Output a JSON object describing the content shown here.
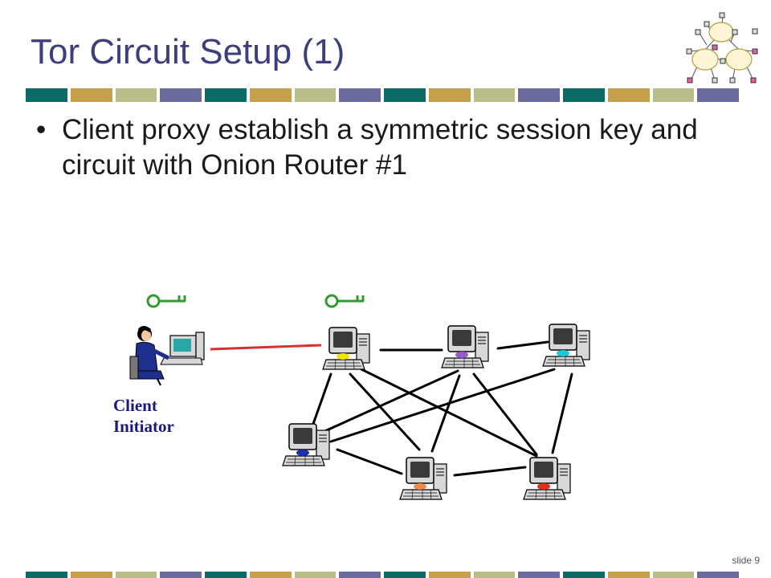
{
  "slide": {
    "title": "Tor Circuit Setup (1)",
    "bullet_marker": "•",
    "bullet": "Client proxy establish a symmetric session key and circuit with Onion Router #1",
    "slide_number": "slide 9"
  },
  "diagram": {
    "client_label_line1": "Client",
    "client_label_line2": "Initiator",
    "icons": [
      "key-icon",
      "key-icon",
      "woman-at-computer-icon",
      "computer-icon",
      "network-cloud-icon"
    ],
    "colors": {
      "title": "#3d3f7d",
      "client_link": "#d93030",
      "links": "#000000",
      "label": "#1a1a7a"
    }
  },
  "stripe_colors": [
    "#0b6b65",
    "#c4a04a",
    "#b9bd8a",
    "#6b6b9e"
  ]
}
